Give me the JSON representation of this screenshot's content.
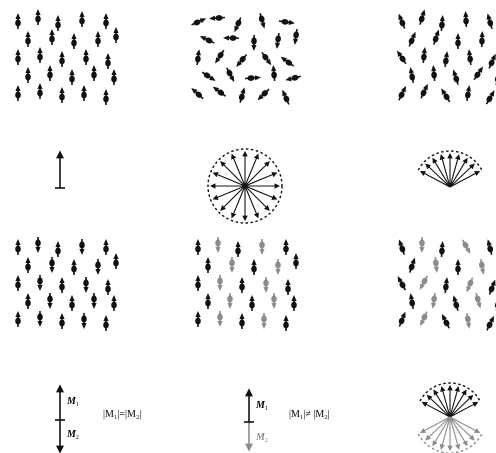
{
  "colors": {
    "black": "#111111",
    "grey": "#8c8c8c",
    "background": "#ffffff"
  },
  "panels": [
    {
      "id": "ferromagnet-lattice",
      "row": 1,
      "col": 1,
      "order": "ferro"
    },
    {
      "id": "paramagnet-lattice",
      "row": 1,
      "col": 2,
      "order": "para"
    },
    {
      "id": "superparamagnet-lattice",
      "row": 1,
      "col": 3,
      "order": "cone"
    },
    {
      "id": "antiferromagnet-lattice",
      "row": 2,
      "col": 1,
      "order": "afm"
    },
    {
      "id": "ferrimagnet-lattice",
      "row": 2,
      "col": 2,
      "order": "ferri"
    },
    {
      "id": "canted-ferrimagnet-lattice",
      "row": 2,
      "col": 3,
      "order": "ferri-cone"
    }
  ],
  "labels": {
    "m1": "M",
    "m1_sub": "1",
    "m2": "M",
    "m2_sub": "2",
    "equal_relation": "|M₁|=|M₂|",
    "unequal_relation": "|M₁|≠ |M₂|"
  }
}
